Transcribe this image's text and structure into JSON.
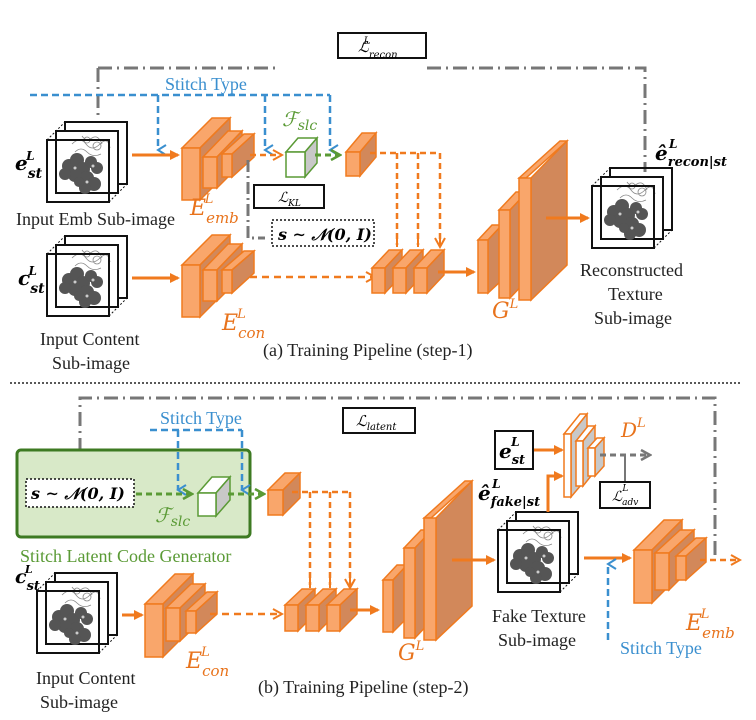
{
  "figure": {
    "panel_a": {
      "caption": "(a) Training Pipeline (step-1)",
      "loss_recon": "ℒ",
      "loss_recon_sup": "L",
      "loss_recon_sub": "recon",
      "stitch_type": "Stitch Type",
      "f_slc": "ℱ",
      "f_slc_sub": "slc",
      "loss_kl": "ℒ",
      "loss_kl_sub": "KL",
      "noise": "s ∼ 𝒩(0, I)",
      "input_emb_symbol": "e",
      "input_emb_sub": "st",
      "input_emb_sup": "L",
      "input_emb_label": "Input Emb Sub-image",
      "input_content_symbol": "c",
      "input_content_sub": "st",
      "input_content_sup": "L",
      "input_content_label_1": "Input Content",
      "input_content_label_2": "Sub-image",
      "enc_emb": "E",
      "enc_emb_sup": "L",
      "enc_emb_sub": "emb",
      "enc_con": "E",
      "enc_con_sup": "L",
      "enc_con_sub": "con",
      "generator": "G",
      "generator_sup": "L",
      "output_symbol": "ê",
      "output_sup": "L",
      "output_sub": "recon|st",
      "output_label_1": "Reconstructed",
      "output_label_2": "Texture",
      "output_label_3": "Sub-image"
    },
    "panel_b": {
      "caption": "(b) Training Pipeline (step-2)",
      "loss_latent": "ℒ",
      "loss_latent_sub": "latent",
      "stitch_type_top": "Stitch Type",
      "noise": "s ∼ 𝒩(0, I)",
      "f_slc": "ℱ",
      "f_slc_sub": "slc",
      "generator_box_label": "Stitch Latent Code Generator",
      "input_content_symbol": "c",
      "input_content_sub": "st",
      "input_content_sup": "L",
      "input_content_label_1": "Input Content",
      "input_content_label_2": "Sub-image",
      "enc_con": "E",
      "enc_con_sup": "L",
      "enc_con_sub": "con",
      "generator": "G",
      "generator_sup": "L",
      "real_symbol": "e",
      "real_sup": "L",
      "real_sub": "st",
      "discriminator": "D",
      "discriminator_sup": "L",
      "loss_adv": "ℒ",
      "loss_adv_sup": "L",
      "loss_adv_sub": "adv",
      "fake_symbol": "ê",
      "fake_sup": "L",
      "fake_sub": "fake|st",
      "fake_label_1": "Fake Texture",
      "fake_label_2": "Sub-image",
      "enc_emb": "E",
      "enc_emb_sup": "L",
      "enc_emb_sub": "emb",
      "stitch_type_bottom": "Stitch Type"
    },
    "colors": {
      "orange_face": "#f9a66b",
      "orange_side": "#d2885a",
      "orange_stroke": "#f07a1e",
      "orange_text": "#e8731c",
      "blue": "#3a8fcf",
      "green": "#5a9a35",
      "green_fill": "#d8e9c8",
      "gray_dash": "#777777"
    }
  }
}
